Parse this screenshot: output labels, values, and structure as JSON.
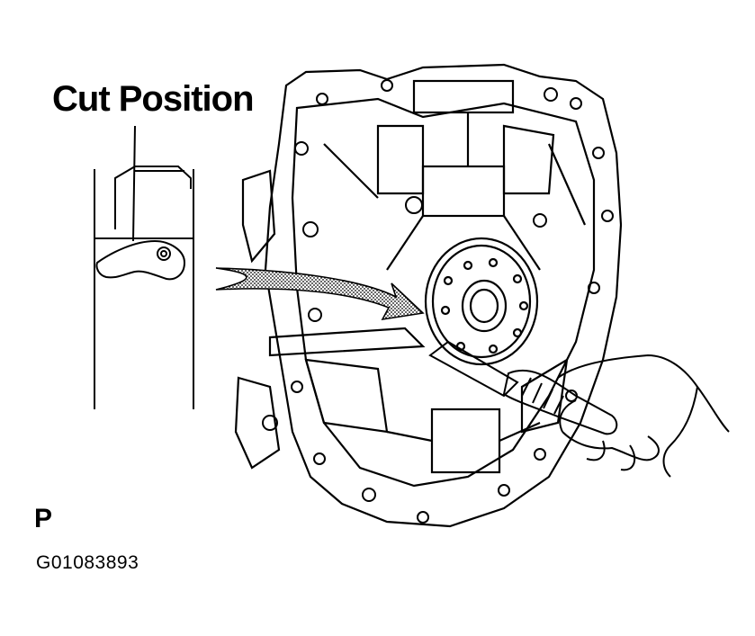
{
  "callout_label": "Cut Position",
  "marker_letter": "P",
  "figure_id": "G01083893"
}
